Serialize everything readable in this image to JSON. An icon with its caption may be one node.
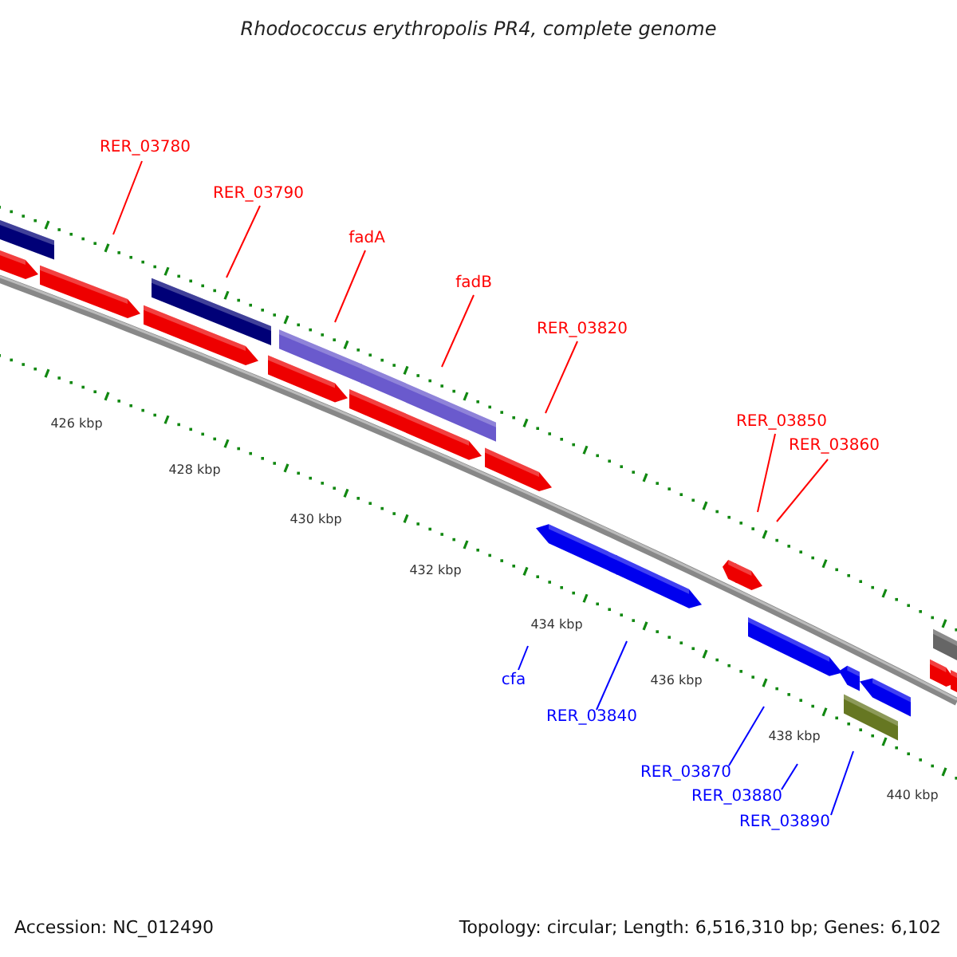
{
  "diagram": {
    "title": "Rhodococcus erythropolis PR4, complete genome",
    "nodes": [
      {
        "text": [
          "RER_03780"
        ]
      },
      {
        "text": [
          "RER_03790"
        ]
      },
      {
        "text": [
          "fadA"
        ]
      },
      {
        "text": [
          "fadB"
        ]
      },
      {
        "text": [
          "RER_03820"
        ]
      },
      {
        "text": [
          "RER_03850"
        ]
      },
      {
        "text": [
          "RER_03860"
        ]
      },
      {
        "text": [
          "cfa"
        ]
      },
      {
        "text": [
          "RER_03840"
        ]
      },
      {
        "text": [
          "RER_03870"
        ]
      },
      {
        "text": [
          "RER_03880"
        ]
      },
      {
        "text": [
          "RER_03890"
        ]
      }
    ],
    "edges": [
      {
        "from": 0,
        "to": null,
        "arrow": "none"
      },
      {
        "from": 1,
        "to": null,
        "arrow": "none"
      },
      {
        "from": 2,
        "to": null,
        "arrow": "none"
      },
      {
        "from": 3,
        "to": null,
        "arrow": "none"
      },
      {
        "from": 4,
        "to": null,
        "arrow": "none"
      },
      {
        "from": 5,
        "to": null,
        "arrow": "none"
      },
      {
        "from": 6,
        "to": null,
        "arrow": "none"
      },
      {
        "from": 7,
        "to": null,
        "arrow": "none",
        "color": "#0000ff"
      },
      {
        "from": 8,
        "to": null,
        "arrow": "none",
        "color": "#0000ff"
      },
      {
        "from": 9,
        "to": null,
        "arrow": "none",
        "color": "#0000ff"
      },
      {
        "from": 10,
        "to": null,
        "arrow": "none",
        "color": "#0000ff"
      },
      {
        "from": 11,
        "to": null,
        "arrow": "none",
        "color": "#0000ff"
      }
    ],
    "labels": [
      "426 kbp",
      "428 kbp",
      "430 kbp",
      "432 kbp",
      "434 kbp",
      "436 kbp",
      "438 kbp",
      "440 kbp",
      "Accession: NC_012490",
      "Topology: circular; Length: 6,516,310 bp; Genes: 6,102"
    ]
  }
}
